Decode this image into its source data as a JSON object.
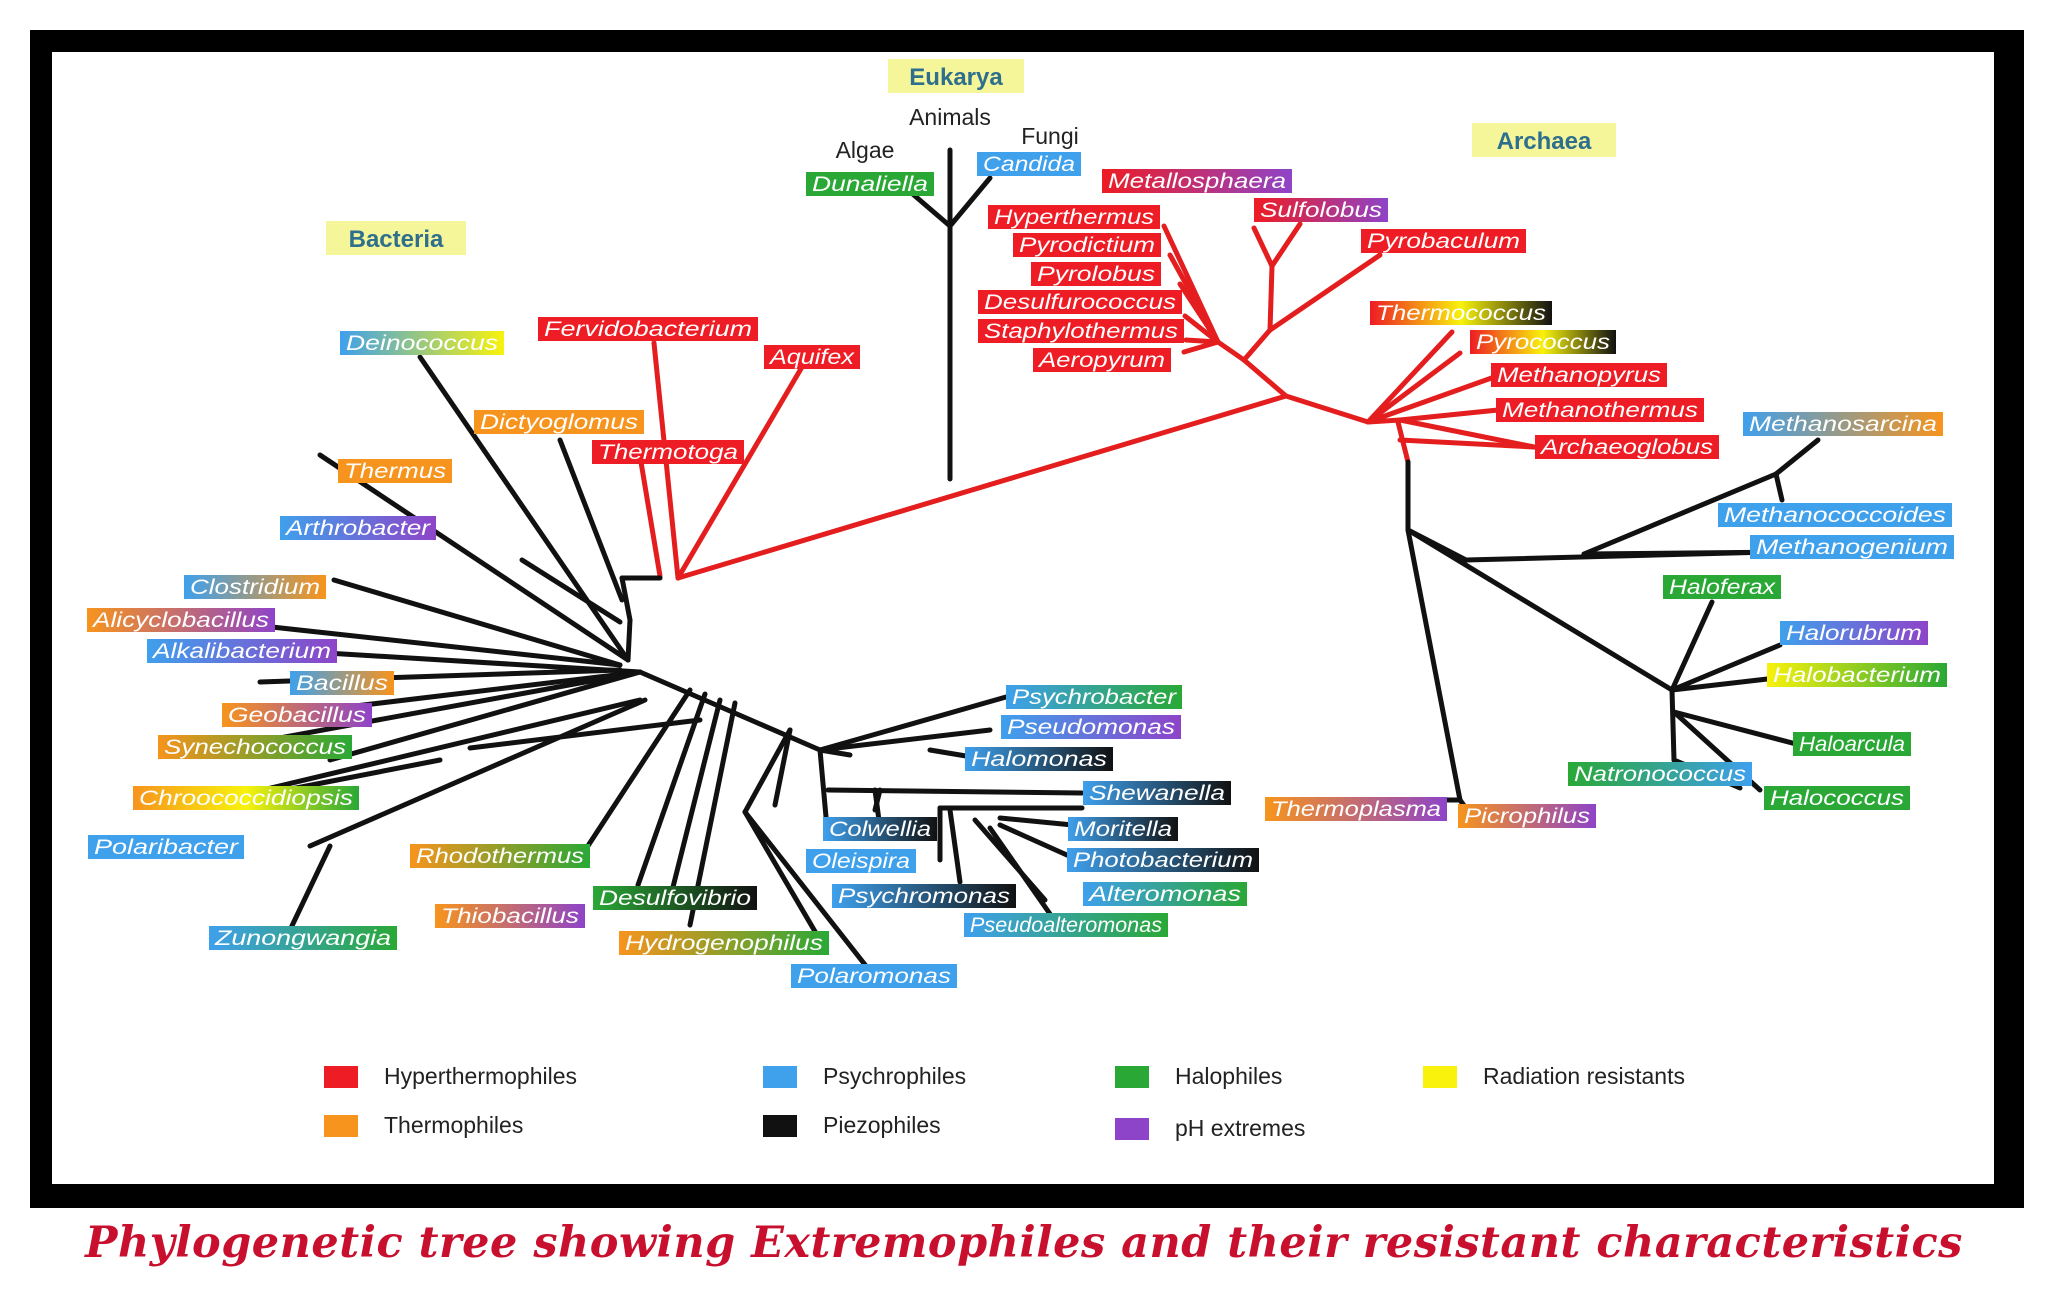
{
  "colors": {
    "hyper": "#ee1c24",
    "psychro": "#3fa0ec",
    "halo": "#2aa836",
    "radiation": "#f8f20c",
    "thermo": "#f7941d",
    "piezo": "#111111",
    "ph": "#8e44c8",
    "domain_bg": "#f5f59a",
    "domain_text": "#2e6f8e",
    "branch_red": "#e41e1e",
    "branch_black": "#111111",
    "caption": "#c8102e"
  },
  "domains": [
    {
      "id": "eukarya",
      "label": "Eukarya"
    },
    {
      "id": "bacteria",
      "label": "Bacteria"
    },
    {
      "id": "archaea",
      "label": "Archaea"
    }
  ],
  "groups": [
    {
      "id": "animals",
      "label": "Animals"
    },
    {
      "id": "algae",
      "label": "Algae"
    },
    {
      "id": "fungi",
      "label": "Fungi"
    }
  ],
  "organisms": [
    {
      "id": "dunaliella",
      "label": "Dunaliella",
      "colors": [
        "halo"
      ]
    },
    {
      "id": "candida",
      "label": "Candida",
      "colors": [
        "psychro"
      ]
    },
    {
      "id": "metallosphaera",
      "label": "Metallosphaera",
      "colors": [
        "hyper",
        "ph"
      ]
    },
    {
      "id": "sulfolobus",
      "label": "Sulfolobus",
      "colors": [
        "hyper",
        "ph"
      ]
    },
    {
      "id": "pyrobaculum",
      "label": "Pyrobaculum",
      "colors": [
        "hyper"
      ]
    },
    {
      "id": "hyperthermus",
      "label": "Hyperthermus",
      "colors": [
        "hyper"
      ]
    },
    {
      "id": "pyrodictium",
      "label": "Pyrodictium",
      "colors": [
        "hyper"
      ]
    },
    {
      "id": "pyrolobus",
      "label": "Pyrolobus",
      "colors": [
        "hyper"
      ]
    },
    {
      "id": "desulfurococcus",
      "label": "Desulfurococcus",
      "colors": [
        "hyper"
      ]
    },
    {
      "id": "staphylothermus",
      "label": "Staphylothermus",
      "colors": [
        "hyper"
      ]
    },
    {
      "id": "aeropyrum",
      "label": "Aeropyrum",
      "colors": [
        "hyper"
      ]
    },
    {
      "id": "thermococcus",
      "label": "Thermococcus",
      "colors": [
        "hyper",
        "radiation",
        "piezo"
      ]
    },
    {
      "id": "pyrococcus",
      "label": "Pyrococcus",
      "colors": [
        "hyper",
        "radiation",
        "piezo"
      ]
    },
    {
      "id": "methanopyrus",
      "label": "Methanopyrus",
      "colors": [
        "hyper"
      ]
    },
    {
      "id": "methanothermus",
      "label": "Methanothermus",
      "colors": [
        "hyper"
      ]
    },
    {
      "id": "archaeoglobus",
      "label": "Archaeoglobus",
      "colors": [
        "hyper"
      ]
    },
    {
      "id": "methanosarcina",
      "label": "Methanosarcina",
      "colors": [
        "psychro",
        "thermo"
      ]
    },
    {
      "id": "methanococcoides",
      "label": "Methanococcoides",
      "colors": [
        "psychro"
      ]
    },
    {
      "id": "methanogenium",
      "label": "Methanogenium",
      "colors": [
        "psychro"
      ]
    },
    {
      "id": "haloferax",
      "label": "Haloferax",
      "colors": [
        "halo"
      ]
    },
    {
      "id": "halorubrum",
      "label": "Halorubrum",
      "colors": [
        "psychro",
        "ph"
      ]
    },
    {
      "id": "halobacterium",
      "label": "Halobacterium",
      "colors": [
        "radiation",
        "halo"
      ]
    },
    {
      "id": "haloarcula",
      "label": "Haloarcula",
      "colors": [
        "halo"
      ]
    },
    {
      "id": "natronococcus",
      "label": "Natronococcus",
      "colors": [
        "halo",
        "psychro"
      ]
    },
    {
      "id": "halococcus",
      "label": "Halococcus",
      "colors": [
        "halo"
      ]
    },
    {
      "id": "thermoplasma",
      "label": "Thermoplasma",
      "colors": [
        "thermo",
        "ph"
      ]
    },
    {
      "id": "picrophilus",
      "label": "Picrophilus",
      "colors": [
        "thermo",
        "ph"
      ]
    },
    {
      "id": "fervidobacterium",
      "label": "Fervidobacterium",
      "colors": [
        "hyper"
      ]
    },
    {
      "id": "aquifex",
      "label": "Aquifex",
      "colors": [
        "hyper"
      ]
    },
    {
      "id": "thermotoga",
      "label": "Thermotoga",
      "colors": [
        "hyper"
      ]
    },
    {
      "id": "deinococcus",
      "label": "Deinococcus",
      "colors": [
        "psychro",
        "radiation"
      ]
    },
    {
      "id": "dictyoglomus",
      "label": "Dictyoglomus",
      "colors": [
        "thermo"
      ]
    },
    {
      "id": "thermus",
      "label": "Thermus",
      "colors": [
        "thermo"
      ]
    },
    {
      "id": "arthrobacter",
      "label": "Arthrobacter",
      "colors": [
        "psychro",
        "ph"
      ]
    },
    {
      "id": "clostridium",
      "label": "Clostridium",
      "colors": [
        "psychro",
        "thermo"
      ]
    },
    {
      "id": "alicyclobacillus",
      "label": "Alicyclobacillus",
      "colors": [
        "thermo",
        "ph"
      ]
    },
    {
      "id": "alkalibacterium",
      "label": "Alkalibacterium",
      "colors": [
        "psychro",
        "ph"
      ]
    },
    {
      "id": "bacillus",
      "label": "Bacillus",
      "colors": [
        "psychro",
        "thermo"
      ]
    },
    {
      "id": "geobacillus",
      "label": "Geobacillus",
      "colors": [
        "thermo",
        "ph"
      ]
    },
    {
      "id": "synechococcus",
      "label": "Synechococcus",
      "colors": [
        "thermo",
        "halo"
      ]
    },
    {
      "id": "chroococcidiopsis",
      "label": "Chroococcidiopsis",
      "colors": [
        "thermo",
        "radiation",
        "halo"
      ]
    },
    {
      "id": "polaribacter",
      "label": "Polaribacter",
      "colors": [
        "psychro"
      ]
    },
    {
      "id": "zunongwangia",
      "label": "Zunongwangia",
      "colors": [
        "psychro",
        "halo"
      ]
    },
    {
      "id": "rhodothermus",
      "label": "Rhodothermus",
      "colors": [
        "thermo",
        "halo"
      ]
    },
    {
      "id": "thiobacillus",
      "label": "Thiobacillus",
      "colors": [
        "thermo",
        "ph"
      ]
    },
    {
      "id": "desulfovibrio",
      "label": "Desulfovibrio",
      "colors": [
        "halo",
        "piezo"
      ]
    },
    {
      "id": "hydrogenophilus",
      "label": "Hydrogenophilus",
      "colors": [
        "thermo",
        "halo"
      ]
    },
    {
      "id": "polaromonas",
      "label": "Polaromonas",
      "colors": [
        "psychro"
      ]
    },
    {
      "id": "psychrobacter",
      "label": "Psychrobacter",
      "colors": [
        "psychro",
        "halo"
      ]
    },
    {
      "id": "pseudomonas",
      "label": "Pseudomonas",
      "colors": [
        "psychro",
        "ph"
      ]
    },
    {
      "id": "halomonas",
      "label": "Halomonas",
      "colors": [
        "psychro",
        "piezo"
      ]
    },
    {
      "id": "shewanella",
      "label": "Shewanella",
      "colors": [
        "psychro",
        "piezo"
      ]
    },
    {
      "id": "colwellia",
      "label": "Colwellia",
      "colors": [
        "psychro",
        "piezo"
      ]
    },
    {
      "id": "moritella",
      "label": "Moritella",
      "colors": [
        "psychro",
        "piezo"
      ]
    },
    {
      "id": "oleispira",
      "label": "Oleispira",
      "colors": [
        "psychro"
      ]
    },
    {
      "id": "photobacterium",
      "label": "Photobacterium",
      "colors": [
        "psychro",
        "piezo"
      ]
    },
    {
      "id": "psychromonas",
      "label": "Psychromonas",
      "colors": [
        "psychro",
        "piezo"
      ]
    },
    {
      "id": "alteromonas",
      "label": "Alteromonas",
      "colors": [
        "psychro",
        "halo"
      ]
    },
    {
      "id": "pseudoalteromonas",
      "label": "Pseudoalteromonas",
      "colors": [
        "psychro",
        "halo"
      ]
    }
  ],
  "legend": [
    {
      "id": "hyper",
      "label": "Hyperthermophiles"
    },
    {
      "id": "psychro",
      "label": "Psychrophiles"
    },
    {
      "id": "halo",
      "label": "Halophiles"
    },
    {
      "id": "radiation",
      "label": "Radiation resistants"
    },
    {
      "id": "thermo",
      "label": "Thermophiles"
    },
    {
      "id": "piezo",
      "label": "Piezophiles"
    },
    {
      "id": "ph",
      "label": "pH extremes"
    }
  ],
  "caption": "Phylogenetic tree showing Extremophiles and their resistant characteristics"
}
